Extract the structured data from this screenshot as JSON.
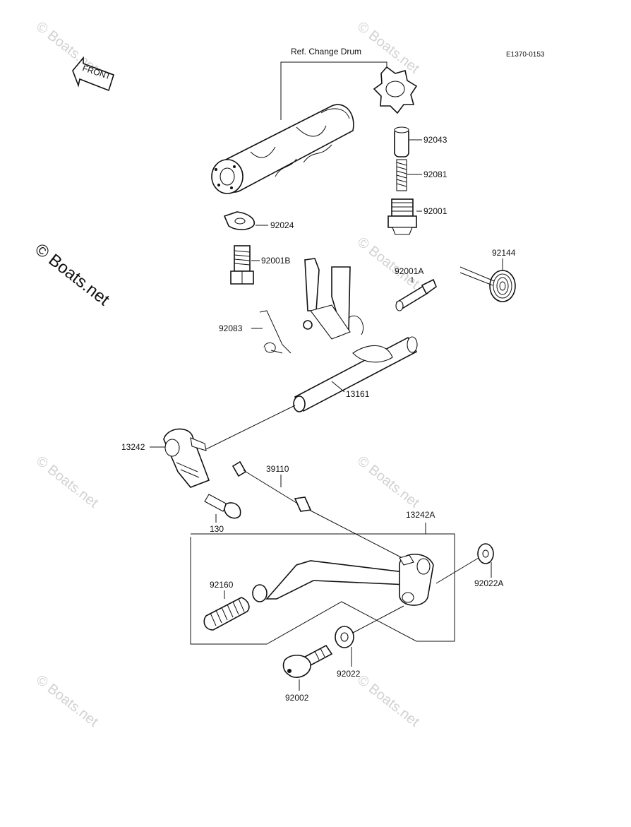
{
  "diagram": {
    "drawing_code": "E1370-0153",
    "ref_label": "Ref. Change Drum",
    "front_label": "FRONT",
    "watermark_main": "© Boats.net",
    "watermark_tile": "© Boats.net",
    "part_numbers": {
      "p92043": "92043",
      "p92081": "92081",
      "p92001": "92001",
      "p92024": "92024",
      "p92001B": "92001B",
      "p92144": "92144",
      "p92001A": "92001A",
      "p92083": "92083",
      "p13161": "13161",
      "p13242": "13242",
      "p39110": "39110",
      "p130": "130",
      "p13242A": "13242A",
      "p92160": "92160",
      "p92022A": "92022A",
      "p92022": "92022",
      "p92002": "92002"
    }
  }
}
